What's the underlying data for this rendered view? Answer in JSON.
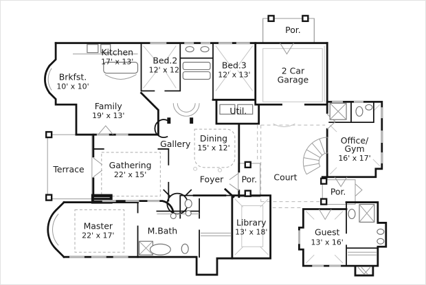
{
  "meta": {
    "type": "residential-floor-plan",
    "palette": {
      "wall": "#141414",
      "detail_line": "#9a9a9a",
      "window": "#b8b8b8",
      "fixture": "#6a6a6a",
      "text": "#1a1a1a",
      "background": "#ffffff"
    }
  },
  "rooms": {
    "por_top": {
      "label": "Por."
    },
    "kitchen": {
      "name": "Kitchen",
      "dims": "17' x 13'"
    },
    "bed2": {
      "name": "Bed.2",
      "dims": "12' x 12'"
    },
    "bed3": {
      "name": "Bed.3",
      "dims": "12' x 13'"
    },
    "garage": {
      "line1": "2 Car",
      "line2": "Garage"
    },
    "brkfst": {
      "name": "Brkfst.",
      "dims": "10' x 10'"
    },
    "family": {
      "name": "Family",
      "dims": "19' x 13'"
    },
    "util": {
      "label": "Util."
    },
    "gallery": {
      "label": "Gallery"
    },
    "dining": {
      "name": "Dining",
      "dims": "15' x 12'"
    },
    "office": {
      "line1": "Office/",
      "line2": "Gym",
      "dims": "16' x 17'"
    },
    "terrace": {
      "label": "Terrace"
    },
    "gathering": {
      "name": "Gathering",
      "dims": "22' x 15'"
    },
    "foyer": {
      "label": "Foyer"
    },
    "por_entry": {
      "label": "Por."
    },
    "court": {
      "label": "Court"
    },
    "master": {
      "name": "Master",
      "dims": "22' x 17'"
    },
    "mbath": {
      "label": "M.Bath"
    },
    "library": {
      "name": "Library",
      "dims": "13' x 18'"
    },
    "guest": {
      "name": "Guest",
      "dims": "13' x 16'"
    },
    "por_court": {
      "label": "Por."
    }
  }
}
